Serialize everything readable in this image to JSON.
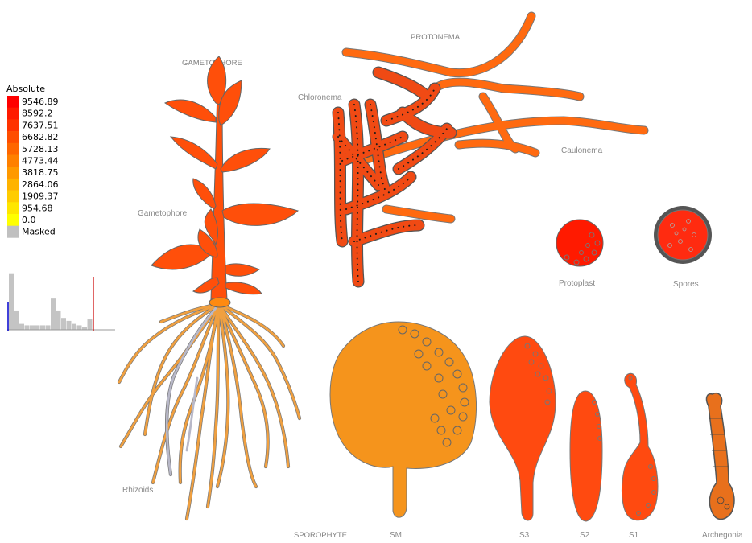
{
  "legend": {
    "title": "Absolute",
    "entries": [
      {
        "label": "9546.89",
        "color": "#ff0000"
      },
      {
        "label": "8592.2",
        "color": "#ff1a00"
      },
      {
        "label": "7637.51",
        "color": "#ff3300"
      },
      {
        "label": "6682.82",
        "color": "#ff4d00"
      },
      {
        "label": "5728.13",
        "color": "#ff6600"
      },
      {
        "label": "4773.44",
        "color": "#ff8000"
      },
      {
        "label": "3818.75",
        "color": "#ff9900"
      },
      {
        "label": "2864.06",
        "color": "#ffb300"
      },
      {
        "label": "1909.37",
        "color": "#ffcc00"
      },
      {
        "label": "954.68",
        "color": "#ffe600"
      },
      {
        "label": "0.0",
        "color": "#ffff00"
      },
      {
        "label": "Masked",
        "color": "#c0c0c0"
      }
    ]
  },
  "histogram": {
    "bars": [
      38,
      13,
      4,
      3,
      3,
      3,
      3,
      3,
      21,
      13,
      8,
      6,
      4,
      3,
      2,
      7
    ],
    "low_marker_color": "#0000cc",
    "high_marker_color": "#cc0000"
  },
  "labels": {
    "gametophore_header": "GAMETOPHORE",
    "gametophore": "Gametophore",
    "rhizoids": "Rhizoids",
    "protonema_header": "PROTONEMA",
    "chloronema": "Chloronema",
    "caulonema": "Caulonema",
    "protoplast": "Protoplast",
    "spores": "Spores",
    "sporophyte": "SPOROPHYTE",
    "sm": "SM",
    "s3": "S3",
    "s2": "S2",
    "s1": "S1",
    "archegonia": "Archegonia"
  },
  "tissue_colors": {
    "gametophore": "#ff4f0a",
    "rhizoids": "#f0a040",
    "chloronema": "#f04a14",
    "caulonema": "#ff6a10",
    "protoplast": "#ff1a00",
    "spores": "#ff2b10",
    "sm": "#f5941c",
    "s3": "#ff4a10",
    "s2": "#ff4a10",
    "s1": "#ff4a10",
    "archegonia": "#e8701c"
  }
}
